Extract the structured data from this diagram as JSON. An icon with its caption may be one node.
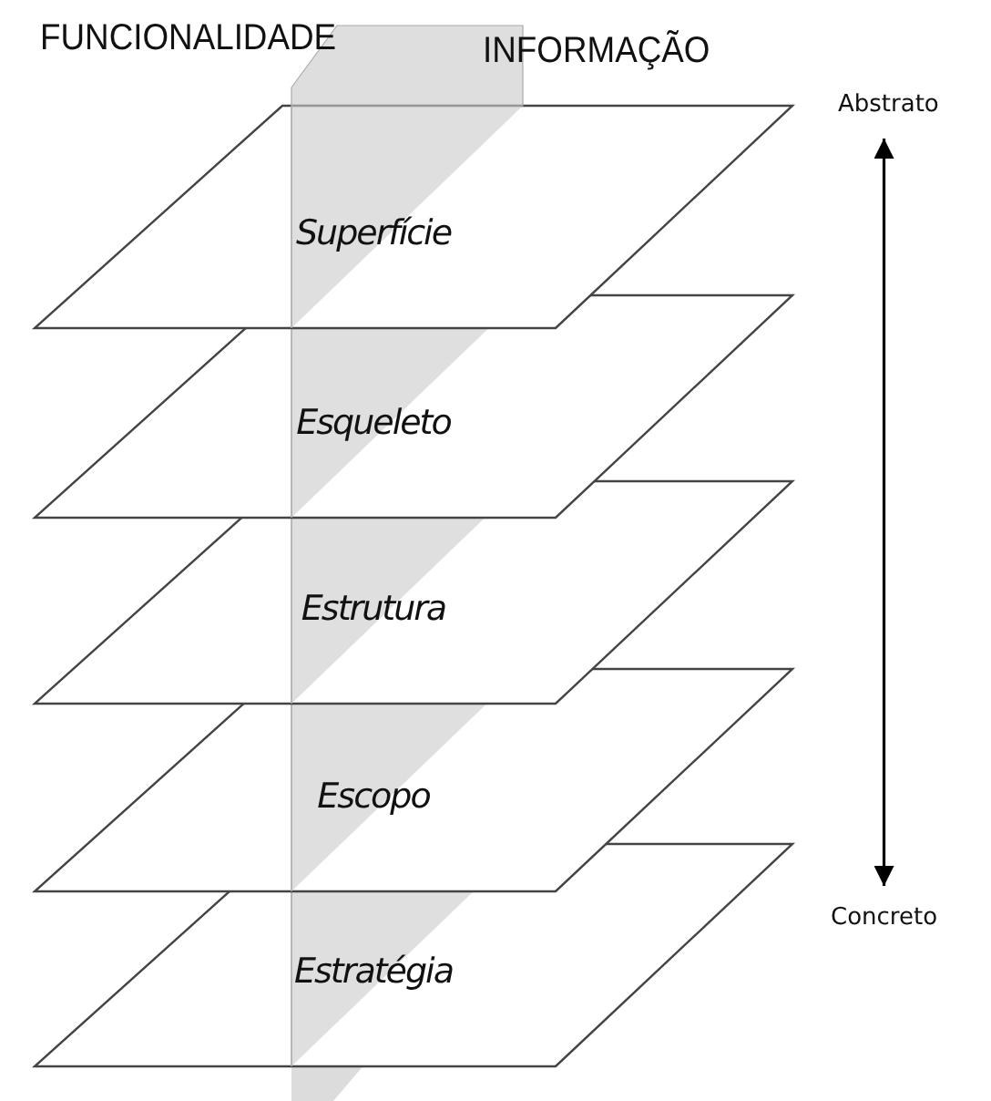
{
  "diagram": {
    "nodes": [
      {
        "text": [
          "Superfície"
        ]
      },
      {
        "text": [
          "Esqueleto"
        ]
      },
      {
        "text": [
          "Estrutura"
        ]
      },
      {
        "text": [
          "Escopo"
        ]
      },
      {
        "text": [
          "Estratégia"
        ]
      },
      {
        "text": [
          "Abstrato"
        ]
      },
      {
        "text": [
          "Concreto"
        ]
      }
    ],
    "edges": [
      {
        "from": 5,
        "to": 6,
        "arrow": "both"
      }
    ],
    "labels": [
      "FUNCIONALIDADE",
      "INFORMAÇÃO"
    ]
  }
}
